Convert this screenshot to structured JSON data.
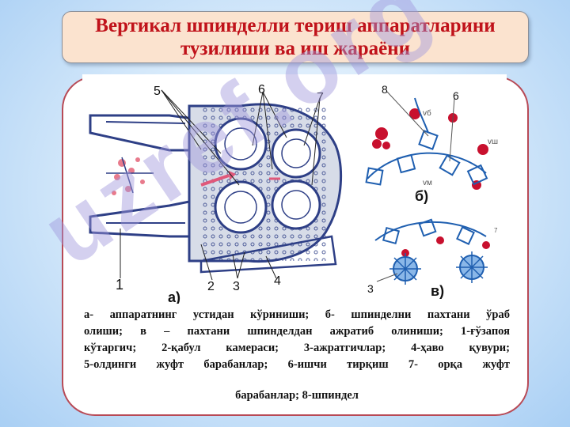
{
  "title": {
    "line1": "Вертикал шпинделли териш аппаратларини",
    "line2": "тузилиши  ва иш жараёни"
  },
  "figure": {
    "part_labels": {
      "l1": "1",
      "l2": "2",
      "l3": "3",
      "l4": "4",
      "l5": "5",
      "l6": "6",
      "l7": "7",
      "l8": "8",
      "l6b": "6",
      "l3c": "3",
      "l7small": "7"
    },
    "panel_labels": {
      "a": "а)",
      "b": "б)",
      "c": "в)"
    },
    "velocity_labels": {
      "vb": "vб",
      "vsh": "vш",
      "vm": "vм"
    }
  },
  "caption": {
    "line1": "а- аппаратнинг  устидан кўриниши; б- шпинделни пахтани ўраб",
    "line2": "олиши; в – пахтани шпинделдан ажратиб олиниши; 1-ғўзапоя",
    "line3": "кўтаргич; 2-қабул камераси; 3-ажратгичлар; 4-ҳаво қувури;",
    "line4": "5-олдинги  жуфт  барабанлар;  6-ишчи тирқиш  7- орқа  жуфт",
    "line5": "барабанлар; 8-шпиндел"
  },
  "watermark": {
    "text": "uzref.org"
  },
  "colors": {
    "title_text": "#c0121a",
    "title_bg": "#fbe3cf",
    "panel_border": "#b84a56",
    "machine_stroke": "#2e3f86",
    "machine_fill": "#d7dce8",
    "cotton_red": "#c8102e",
    "diagram_blue": "#1f5fb0",
    "watermark": "#a096dc"
  }
}
